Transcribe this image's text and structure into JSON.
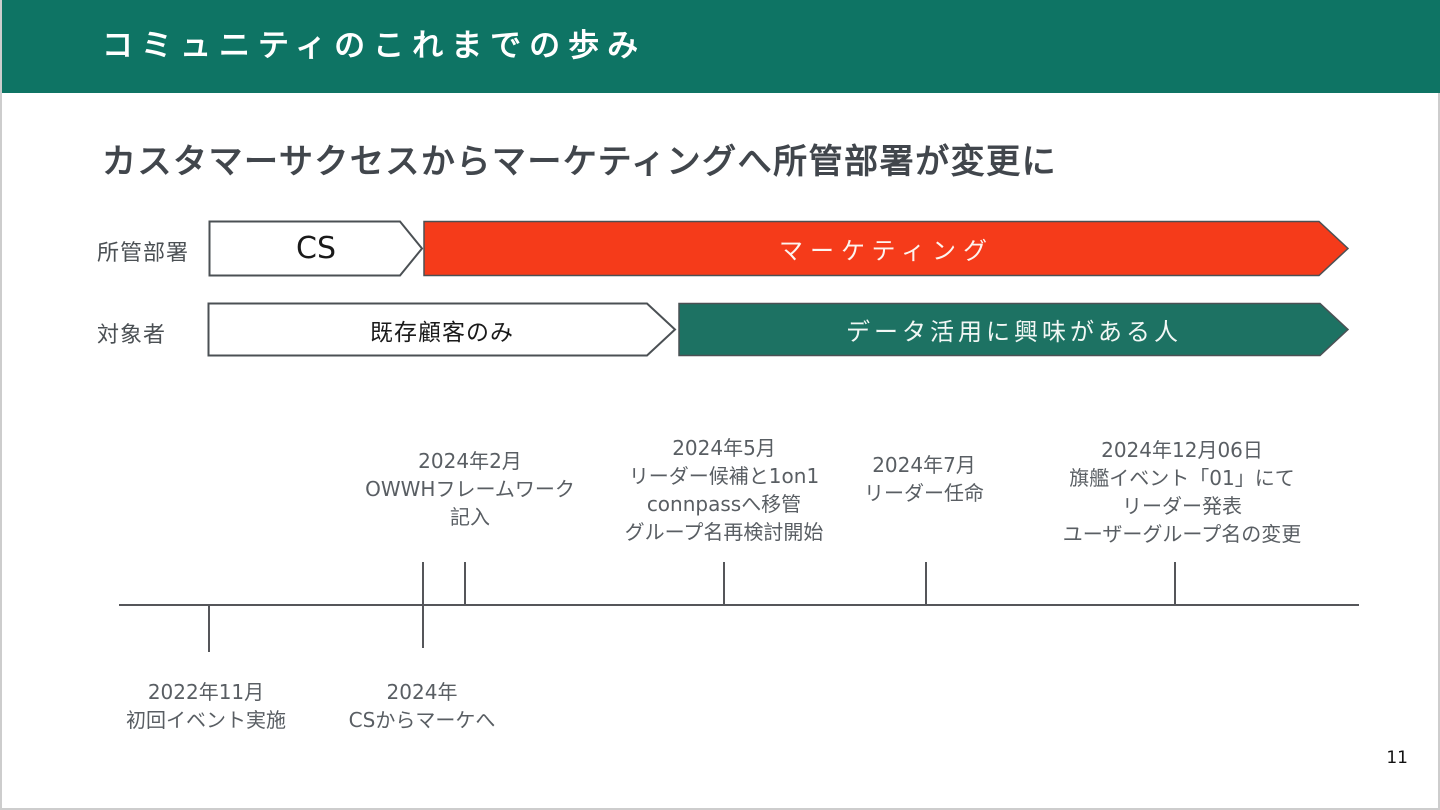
{
  "header": {
    "title": "コミュニティのこれまでの歩み"
  },
  "subtitle": "カスタマーサクセスからマーケティングへ所管部署が変更に",
  "department_row": {
    "label": "所管部署",
    "before": {
      "text": "CS"
    },
    "after": {
      "text": "マーケティング"
    }
  },
  "audience_row": {
    "label": "対象者",
    "before": {
      "text": "既存顧客のみ"
    },
    "after": {
      "text": "データ活用に興味がある人"
    }
  },
  "timeline": {
    "events_above": [
      {
        "text": "2024年2月\nOWWHフレームワーク\n記入"
      },
      {
        "text": "2024年5月\nリーダー候補と1on1\nconnpassへ移管\nグループ名再検討開始"
      },
      {
        "text": "2024年7月\nリーダー任命"
      },
      {
        "text": "2024年12月06日\n旗艦イベント「01」にて\nリーダー発表\nユーザーグループ名の変更"
      }
    ],
    "events_below": [
      {
        "text": "2022年11月\n初回イベント実施"
      },
      {
        "text": "2024年\nCSからマーケへ"
      }
    ]
  },
  "page_number": "11",
  "colors": {
    "header_green": "#0e7464",
    "arrow_green": "#1d7263",
    "arrow_red": "#f53b1a",
    "arrow_white": "#ffffff",
    "outline": "#4b5054"
  }
}
